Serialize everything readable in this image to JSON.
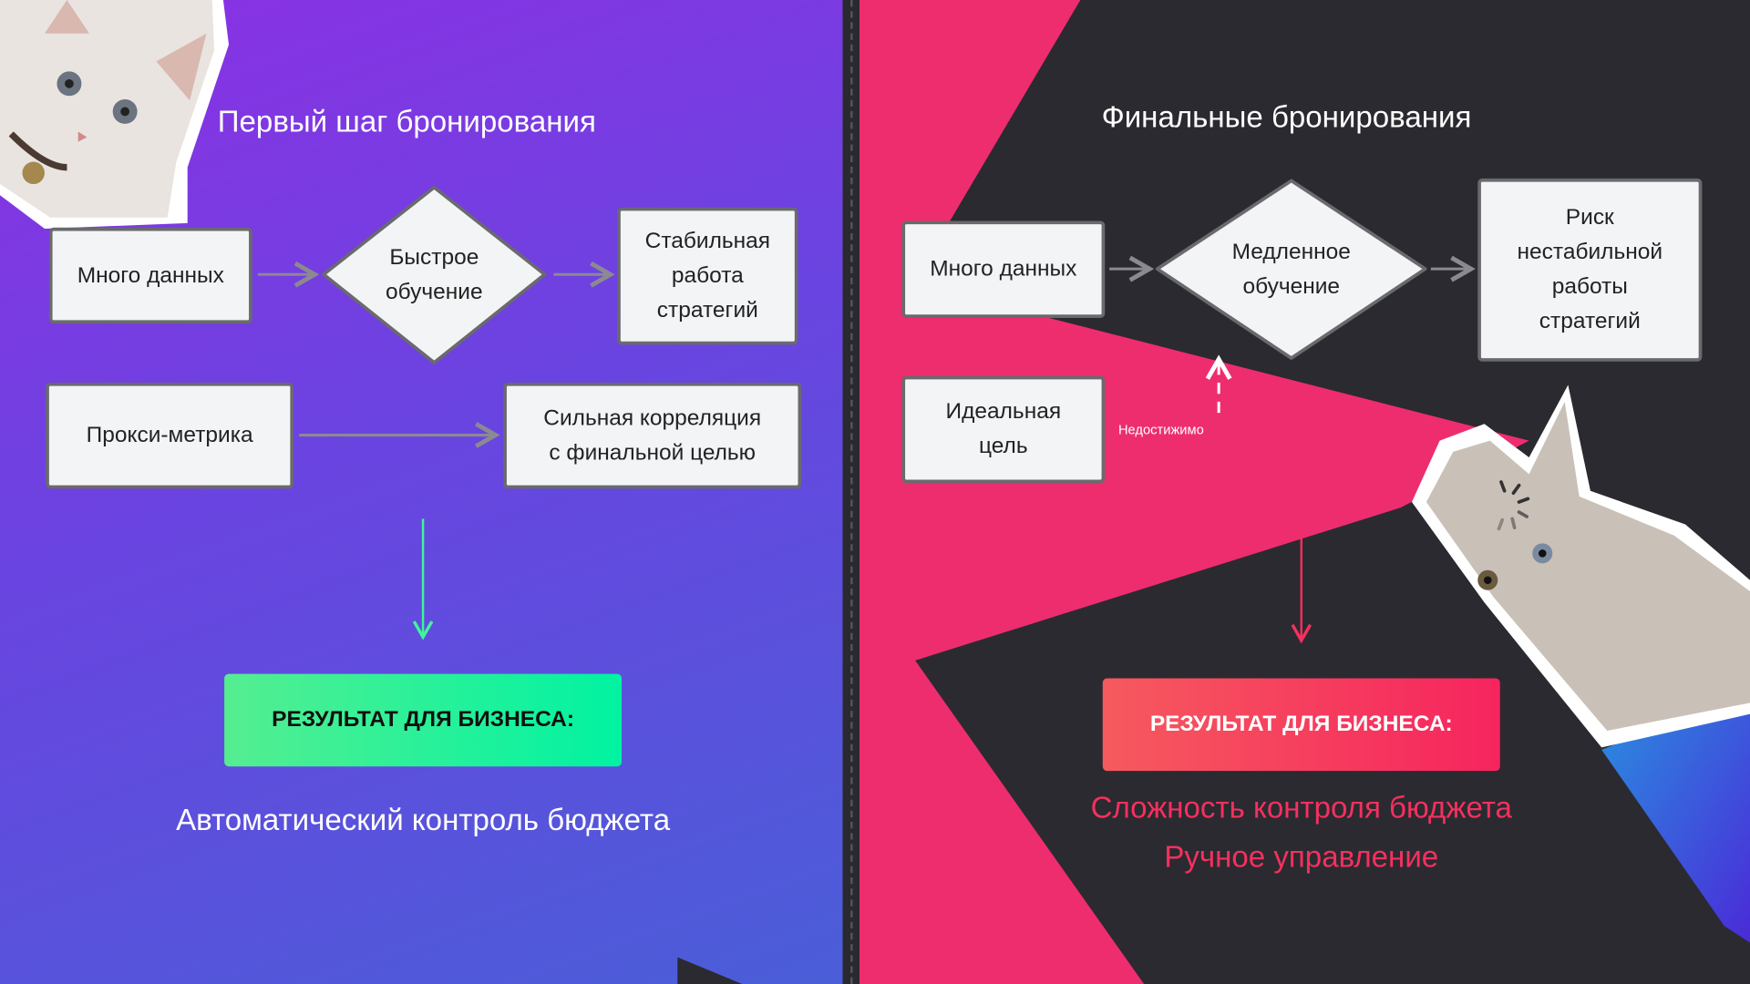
{
  "left": {
    "title": "Первый шаг бронирования",
    "box_data": "Много данных",
    "diamond": [
      "Быстрое",
      "обучение"
    ],
    "box_result": [
      "Стабильная",
      "работа",
      "стратегий"
    ],
    "box_proxy": "Прокси-метрика",
    "box_corr": [
      "Сильная корреляция",
      "с финальной целью"
    ],
    "button": "РЕЗУЛЬТАТ ДЛЯ БИЗНЕСА:",
    "outcome": "Автоматический контроль бюджета"
  },
  "right": {
    "title": "Финальные бронирования",
    "box_data": "Много данных",
    "diamond": [
      "Медленное",
      "обучение"
    ],
    "box_result": [
      "Риск",
      "нестабильной",
      "работы",
      "стратегий"
    ],
    "box_ideal": [
      "Идеальная",
      "цель"
    ],
    "unreachable": "Недостижимо",
    "button": "РЕЗУЛЬТАТ ДЛЯ БИЗНЕСА:",
    "outcome": [
      "Сложность контроля бюджета",
      "Ручное управление"
    ]
  },
  "colors": {
    "pink": "#ee2d6e",
    "dark": "#2b2a30",
    "green": "#2ef59a",
    "red": "#f5305f"
  }
}
